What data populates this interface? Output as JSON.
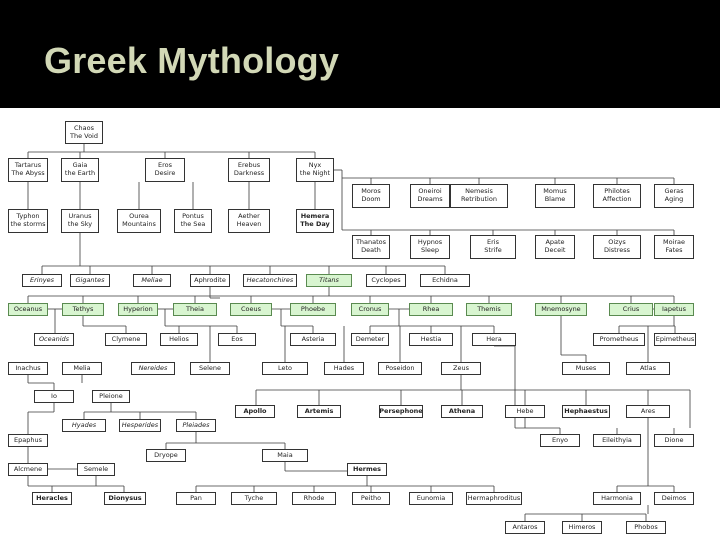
{
  "slide": {
    "title": "Greek Mythology"
  },
  "colors": {
    "title": "#d2d8b6",
    "header": "#000000",
    "green": "#d8f5d0"
  },
  "nodes": [
    {
      "id": "chaos",
      "label": "Chaos\nThe Void"
    },
    {
      "id": "tartarus",
      "label": "Tartarus\nThe Abyss"
    },
    {
      "id": "gaia",
      "label": "Gaia\nthe Earth"
    },
    {
      "id": "eros",
      "label": "Eros\nDesire"
    },
    {
      "id": "erebus",
      "label": "Erebus\nDarkness"
    },
    {
      "id": "nyx",
      "label": "Nyx\nthe Night"
    },
    {
      "id": "moros",
      "label": "Moros\nDoom"
    },
    {
      "id": "oneiroi",
      "label": "Oneiroi\nDreams"
    },
    {
      "id": "nemesis",
      "label": "Nemesis\nRetribution"
    },
    {
      "id": "momus",
      "label": "Momus\nBlame"
    },
    {
      "id": "philotes",
      "label": "Philotes\nAffection"
    },
    {
      "id": "geras",
      "label": "Geras\nAging"
    },
    {
      "id": "typhon",
      "label": "Typhon\nthe storms"
    },
    {
      "id": "uranus",
      "label": "Uranus\nthe Sky"
    },
    {
      "id": "ourea",
      "label": "Ourea\nMountains"
    },
    {
      "id": "pontus",
      "label": "Pontus\nthe Sea"
    },
    {
      "id": "aether",
      "label": "Aether\nHeaven"
    },
    {
      "id": "hemera",
      "label": "Hemera\nThe Day"
    },
    {
      "id": "thanatos",
      "label": "Thanatos\nDeath"
    },
    {
      "id": "hypnos",
      "label": "Hypnos\nSleep"
    },
    {
      "id": "eris",
      "label": "Eris\nStrife"
    },
    {
      "id": "apate",
      "label": "Apate\nDeceit"
    },
    {
      "id": "oizys",
      "label": "Oizys\nDistress"
    },
    {
      "id": "moirae",
      "label": "Moirae\nFates"
    },
    {
      "id": "erinyes",
      "label": "Erinyes"
    },
    {
      "id": "gigantes",
      "label": "Gigantes"
    },
    {
      "id": "meliae",
      "label": "Meliae"
    },
    {
      "id": "aphrodite",
      "label": "Aphrodite"
    },
    {
      "id": "hecatonchires",
      "label": "Hecatonchires"
    },
    {
      "id": "titans",
      "label": "Titans"
    },
    {
      "id": "cyclopes",
      "label": "Cyclopes"
    },
    {
      "id": "echidna",
      "label": "Echidna"
    },
    {
      "id": "oceanus",
      "label": "Oceanus"
    },
    {
      "id": "tethys",
      "label": "Tethys"
    },
    {
      "id": "hyperion",
      "label": "Hyperion"
    },
    {
      "id": "theia",
      "label": "Theia"
    },
    {
      "id": "coeus",
      "label": "Coeus"
    },
    {
      "id": "phoebe",
      "label": "Phoebe"
    },
    {
      "id": "cronus",
      "label": "Cronus"
    },
    {
      "id": "rhea",
      "label": "Rhea"
    },
    {
      "id": "themis",
      "label": "Themis"
    },
    {
      "id": "mnemosyne",
      "label": "Mnemosyne"
    },
    {
      "id": "crius",
      "label": "Crius"
    },
    {
      "id": "iapetus",
      "label": "Iapetus"
    },
    {
      "id": "oceanids",
      "label": "Oceanids"
    },
    {
      "id": "clymene",
      "label": "Clymene"
    },
    {
      "id": "helios",
      "label": "Helios"
    },
    {
      "id": "eos",
      "label": "Eos"
    },
    {
      "id": "asteria",
      "label": "Asteria"
    },
    {
      "id": "demeter",
      "label": "Demeter"
    },
    {
      "id": "hestia",
      "label": "Hestia"
    },
    {
      "id": "hera",
      "label": "Hera"
    },
    {
      "id": "prometheus",
      "label": "Prometheus"
    },
    {
      "id": "epimetheus",
      "label": "Epimetheus"
    },
    {
      "id": "inachus",
      "label": "Inachus"
    },
    {
      "id": "melia",
      "label": "Melia"
    },
    {
      "id": "nereides",
      "label": "Nereides"
    },
    {
      "id": "selene",
      "label": "Selene"
    },
    {
      "id": "leto",
      "label": "Leto"
    },
    {
      "id": "hades",
      "label": "Hades"
    },
    {
      "id": "poseidon",
      "label": "Poseidon"
    },
    {
      "id": "zeus",
      "label": "Zeus"
    },
    {
      "id": "muses",
      "label": "Muses"
    },
    {
      "id": "atlas",
      "label": "Atlas"
    },
    {
      "id": "io",
      "label": "Io"
    },
    {
      "id": "pleione",
      "label": "Pleione"
    },
    {
      "id": "apollo",
      "label": "Apollo"
    },
    {
      "id": "artemis",
      "label": "Artemis"
    },
    {
      "id": "persephone",
      "label": "Persephone"
    },
    {
      "id": "athena",
      "label": "Athena"
    },
    {
      "id": "hebe",
      "label": "Hebe"
    },
    {
      "id": "hephaestus",
      "label": "Hephaestus"
    },
    {
      "id": "ares",
      "label": "Ares"
    },
    {
      "id": "hyades",
      "label": "Hyades"
    },
    {
      "id": "hesperides",
      "label": "Hesperides"
    },
    {
      "id": "pleiades",
      "label": "Pleiades"
    },
    {
      "id": "epaphus",
      "label": "Epaphus"
    },
    {
      "id": "enyo",
      "label": "Enyo"
    },
    {
      "id": "eileithyia",
      "label": "Eileithyia"
    },
    {
      "id": "dione",
      "label": "Dione"
    },
    {
      "id": "dryope",
      "label": "Dryope"
    },
    {
      "id": "maia",
      "label": "Maia"
    },
    {
      "id": "alcmene",
      "label": "Alcmene"
    },
    {
      "id": "semele",
      "label": "Semele"
    },
    {
      "id": "hermes",
      "label": "Hermes"
    },
    {
      "id": "heracles",
      "label": "Heracles"
    },
    {
      "id": "dionysus",
      "label": "Dionysus"
    },
    {
      "id": "pan",
      "label": "Pan"
    },
    {
      "id": "tyche",
      "label": "Tyche"
    },
    {
      "id": "rhode",
      "label": "Rhode"
    },
    {
      "id": "peitho",
      "label": "Peitho"
    },
    {
      "id": "eunomia",
      "label": "Eunomia"
    },
    {
      "id": "hermaphroditus",
      "label": "Hermaphroditus"
    },
    {
      "id": "harmonia",
      "label": "Harmonia"
    },
    {
      "id": "deimos",
      "label": "Deimos"
    },
    {
      "id": "antaros",
      "label": "Antaros"
    },
    {
      "id": "himeros",
      "label": "Himeros"
    },
    {
      "id": "phobos",
      "label": "Phobos"
    }
  ]
}
